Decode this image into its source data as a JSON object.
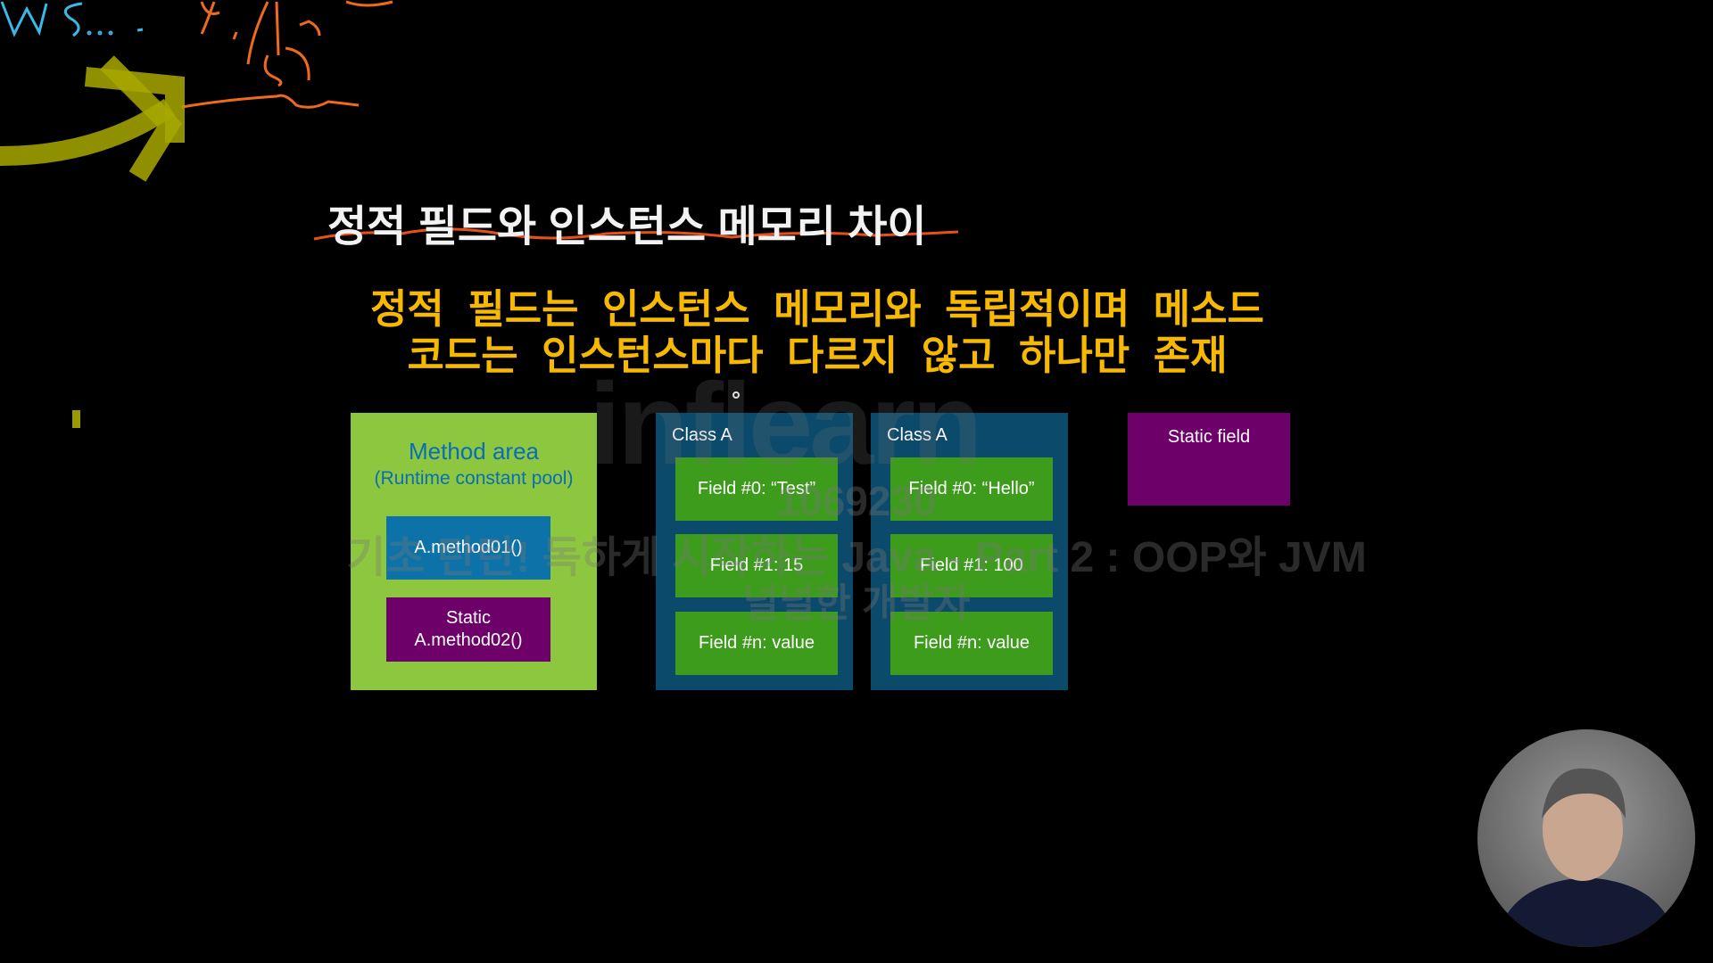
{
  "slide": {
    "title": "정적 필드와 인스턴스 메모리 차이",
    "subtitle_lines": [
      "정적 필드는 인스턴스 메모리와 독립적이며 메소드",
      "코드는 인스턴스마다 다르지 않고 하나만 존재"
    ]
  },
  "method_area": {
    "title": "Method area",
    "subtitle": "(Runtime constant pool)",
    "methods": [
      "A.method01()",
      "Static\nA.method02()"
    ]
  },
  "instances": [
    {
      "name": "Class A",
      "fields": [
        "Field #0: “Test”",
        "Field #1: 15",
        "Field #n: value"
      ]
    },
    {
      "name": "Class A",
      "fields": [
        "Field #0: “Hello”",
        "Field #1: 100",
        "Field #n: value"
      ]
    }
  ],
  "static_field": {
    "label": "Static field"
  },
  "watermark": {
    "brand": "inflearn",
    "id": "1069230",
    "course": "기초 탄탄! 독하게 시작하는 Java - Part 2 : OOP와 JVM",
    "author": "널널한 개발자"
  },
  "colors": {
    "method_area": "#8dc63f",
    "instance": "#0b4a6a",
    "field": "#3d9c1c",
    "static": "#6d0069",
    "method": "#0c72a8",
    "subtitle": "#f6b800"
  }
}
